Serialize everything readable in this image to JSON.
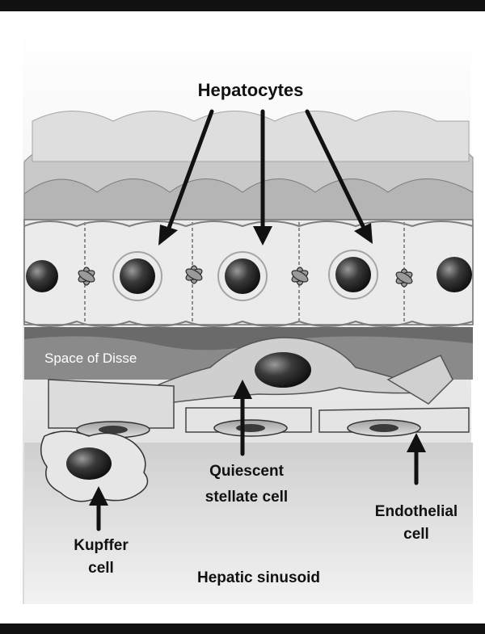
{
  "labels": {
    "hepatocytes": "Hepatocytes",
    "space_of_disse": "Space of Disse",
    "quiescent_stellate_line1": "Quiescent",
    "quiescent_stellate_line2": "stellate cell",
    "endothelial_line1": "Endothelial",
    "endothelial_line2": "cell",
    "kupffer_line1": "Kupffer",
    "kupffer_line2": "cell",
    "hepatic_sinusoid": "Hepatic sinusoid"
  },
  "colors": {
    "frame_bar": "#111111",
    "ink": "#111111",
    "tissue_light": "#e6e6e6",
    "tissue_mid": "#bdbdbd",
    "nucleus_dark": "#2a2a2a"
  }
}
